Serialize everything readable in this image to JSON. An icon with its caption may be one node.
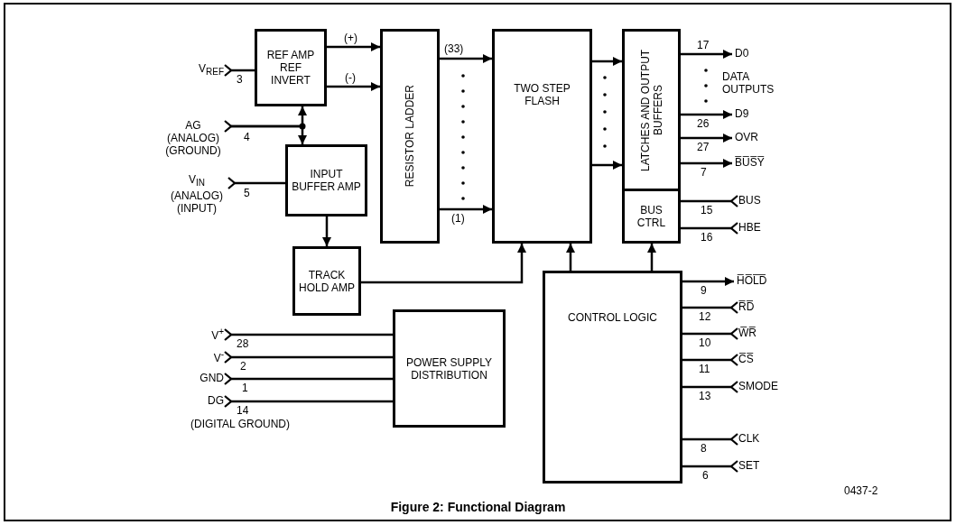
{
  "diagram": {
    "caption": "Figure 2: Functional Diagram",
    "nodes": [
      {
        "text": [
          "V$_{REF}$"
        ]
      },
      {
        "text": [
          "REF AMP REF INVERT"
        ]
      },
      {
        "text": [
          "RESISTOR LADDER"
        ]
      },
      {
        "text": [
          "TWO STEP FLASH"
        ]
      },
      {
        "text": [
          "LATCHES AND OUTPUT BUFFERS"
        ]
      },
      {
        "text": [
          "D0"
        ]
      },
      {
        "text": [
          "D9"
        ]
      },
      {
        "text": [
          "OVR"
        ]
      },
      {
        "text": [
          "B̅U̅S̅Y̅"
        ]
      },
      {
        "text": [
          "AG",
          "(ANALOG) (GROUND)"
        ]
      },
      {
        "text": [
          "INPUT BUFFER AMP"
        ]
      },
      {
        "text": [
          "V$_{IN}$",
          "(ANALOG) (INPUT)"
        ]
      },
      {
        "text": [
          "BUS CTRL"
        ]
      },
      {
        "text": [
          "BUS"
        ]
      },
      {
        "text": [
          "HBE"
        ]
      },
      {
        "text": [
          "TRACK HOLD AMP"
        ]
      },
      {
        "text": [
          "H̅O̅L̅D̅"
        ]
      },
      {
        "text": [
          "R̅D̅"
        ]
      },
      {
        "text": [
          "W̅R̅"
        ]
      },
      {
        "text": [
          "C̅S̅"
        ]
      },
      {
        "text": [
          "SMODE"
        ]
      },
      {
        "text": [
          "CONTROL LOGIC"
        ]
      },
      {
        "text": [
          "V$^{+}$"
        ]
      },
      {
        "text": [
          "V$^{-}$"
        ]
      },
      {
        "text": [
          "GND"
        ]
      },
      {
        "text": [
          "DG",
          "(DIGITAL GROUND)"
        ]
      },
      {
        "text": [
          "POWER SUPPLY DISTRIBUTION"
        ]
      },
      {
        "text": [
          "CLK"
        ]
      },
      {
        "text": [
          "SET"
        ]
      }
    ],
    "edges": [
      {
        "from": 0,
        "to": 1,
        "arrow": "other",
        "label": "3"
      },
      {
        "from": 1,
        "to": 2,
        "arrow": "to",
        "label": "(+)"
      },
      {
        "from": 1,
        "to": 2,
        "arrow": "to",
        "label": "(-)"
      },
      {
        "from": 2,
        "to": 3,
        "arrow": "to",
        "label": "(33)"
      },
      {
        "from": 2,
        "to": 3,
        "arrow": "to",
        "label": "(1)"
      },
      {
        "from": 3,
        "to": 4,
        "arrow": "to"
      },
      {
        "from": 3,
        "to": 4,
        "arrow": "to"
      },
      {
        "from": 4,
        "to": 5,
        "arrow": "to",
        "label": "17"
      },
      {
        "from": 4,
        "to": 6,
        "arrow": "to",
        "label": "26"
      },
      {
        "from": 4,
        "to": 7,
        "arrow": "to",
        "label": "27"
      },
      {
        "from": 4,
        "to": 8,
        "arrow": "to",
        "label": "7"
      },
      {
        "from": 9,
        "to": 1,
        "arrow": "to",
        "label": "4"
      },
      {
        "from": 9,
        "to": 10,
        "arrow": "to"
      },
      {
        "from": 11,
        "to": 10,
        "arrow": "other",
        "label": "5"
      },
      {
        "from": 13,
        "to": 12,
        "arrow": "other",
        "label": "15"
      },
      {
        "from": 14,
        "to": 12,
        "arrow": "other",
        "label": "16"
      },
      {
        "from": 10,
        "to": 15,
        "arrow": "to"
      },
      {
        "from": 15,
        "to": 3,
        "arrow": "to"
      },
      {
        "from": 21,
        "to": 3,
        "arrow": "to"
      },
      {
        "from": 21,
        "to": 12,
        "arrow": "to"
      },
      {
        "from": 21,
        "to": 16,
        "arrow": "to",
        "label": "9"
      },
      {
        "from": 17,
        "to": 21,
        "arrow": "other",
        "label": "12"
      },
      {
        "from": 18,
        "to": 21,
        "arrow": "other",
        "label": "10"
      },
      {
        "from": 19,
        "to": 21,
        "arrow": "other",
        "label": "11"
      },
      {
        "from": 20,
        "to": 21,
        "arrow": "other",
        "label": "13"
      },
      {
        "from": 22,
        "to": 26,
        "arrow": "other",
        "label": "28"
      },
      {
        "from": 23,
        "to": 26,
        "arrow": "other",
        "label": "2"
      },
      {
        "from": 24,
        "to": 26,
        "arrow": "other",
        "label": "1"
      },
      {
        "from": 25,
        "to": 26,
        "arrow": "other",
        "label": "14"
      },
      {
        "from": 27,
        "to": 21,
        "arrow": "other",
        "label": "8"
      },
      {
        "from": 28,
        "to": 21,
        "arrow": "other",
        "label": "6"
      }
    ],
    "labels": [
      "DATA OUTPUTS",
      "0437-2"
    ]
  }
}
